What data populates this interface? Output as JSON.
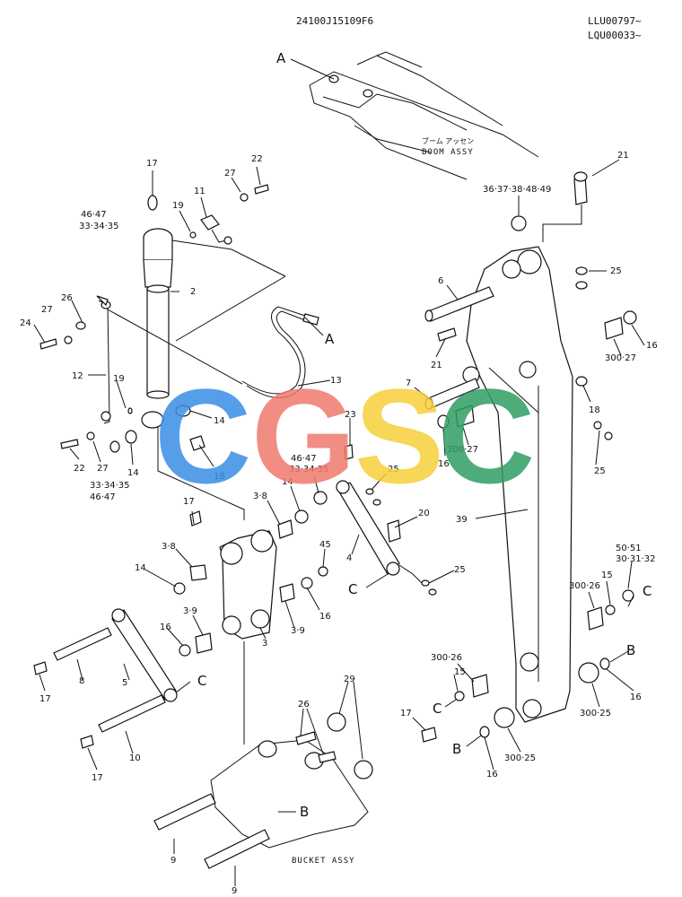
{
  "header": {
    "part_code": "24100J15109F6",
    "serial_1": "LLU00797~",
    "serial_2": "LQU00033~"
  },
  "assemblies": {
    "boom_jp": "ブーム アッセン",
    "boom": "BOOM ASSY",
    "bucket": "BUCKET ASSY"
  },
  "watermark": {
    "letters": [
      "C",
      "G",
      "S",
      "C"
    ],
    "colors": [
      "#3a8ee6",
      "#f07a6e",
      "#f6cf3c",
      "#2e9e63"
    ]
  },
  "callouts": {
    "c17a": "17",
    "c4647a": "46·47",
    "c333435a": "33·34·35",
    "c19a": "19",
    "c11": "11",
    "c27a": "27",
    "c22a": "22",
    "c2": "2",
    "c26a": "26",
    "c27b": "27",
    "c24": "24",
    "c12": "12",
    "c19b": "19",
    "c14a": "14",
    "c18a": "18",
    "c22b": "22",
    "c27c": "27",
    "c14b": "14",
    "c333435b": "33·34·35",
    "c4647b": "46·47",
    "c13": "13",
    "cAa": "A",
    "cAb": "A",
    "c23": "23",
    "c4647c": "46·47",
    "c333435c": "33·34·35",
    "c25a": "25",
    "c38a": "3·8",
    "c14c": "14",
    "c17b": "17",
    "c38b": "3·8",
    "c14d": "14",
    "c20": "20",
    "c45": "45",
    "c4": "4",
    "c25b": "25",
    "cCa": "C",
    "c39a": "3·9",
    "c16a": "16",
    "c39b": "3·9",
    "c16b": "16",
    "c3": "3",
    "c8": "8",
    "c17c": "17",
    "c5": "5",
    "cCb": "C",
    "c10": "10",
    "c17d": "17",
    "c26b": "26",
    "c29": "29",
    "cBa": "B",
    "c9a": "9",
    "c9b": "9",
    "c21a": "21",
    "c3637": "36·37·38·48·49",
    "c25c": "25",
    "c6": "6",
    "c16c": "16",
    "c30027a": "300·27",
    "c21b": "21",
    "c7": "7",
    "c18b": "18",
    "c30027b": "300·27",
    "c16d": "16",
    "c25d": "25",
    "c39": "39",
    "c5051": "50·51",
    "c303132": "30·31·32",
    "c15a": "15",
    "c30026a": "300·26",
    "cCc": "C",
    "cBb": "B",
    "c30026b": "300·26",
    "c15b": "15",
    "cCd": "C",
    "c16e": "16",
    "c30025a": "300·25",
    "c17e": "17",
    "cBc": "B",
    "c16f": "16",
    "c30025b": "300·25"
  }
}
